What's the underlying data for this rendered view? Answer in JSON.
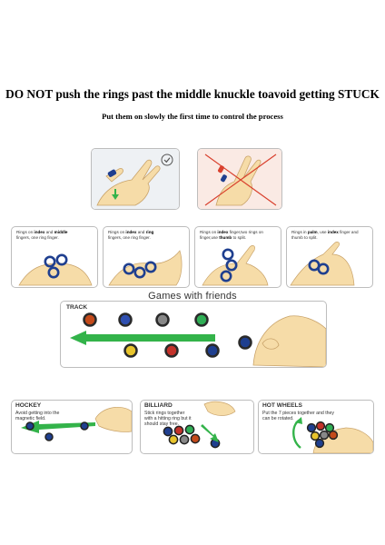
{
  "header": {
    "title": "DO NOT push the rings past the middle knuckle toavoid getting STUCK",
    "subtitle": "Put them on slowly the first time to control the process"
  },
  "guides": [
    {
      "pre": "Rings on ",
      "b1": "index",
      "mid": " and ",
      "b2": "middle",
      "post": " fingers, one ring finger."
    },
    {
      "pre": "Rings on ",
      "b1": "index",
      "mid": " and ",
      "b2": "ring",
      "post": " fingers, one ring finger."
    },
    {
      "pre": "Rings on ",
      "b1": "index",
      "mid": " finger,two rings on finger,use ",
      "b2": "thumb",
      "post": " to split."
    },
    {
      "pre": "Rings in ",
      "b1": "palm",
      "mid": ", use ",
      "b2": "index",
      "post": " finger and thumb to split."
    }
  ],
  "section_title": "Games with friends",
  "track": {
    "label": "TRACK"
  },
  "hockey": {
    "label": "HOCKEY",
    "text": "Avoid getting into the magnetic field."
  },
  "billiard": {
    "label": "BILLIARD",
    "text": "Stick rings together with a hitting ring but it should stay free."
  },
  "hotwheels": {
    "label": "HOT WHEELS",
    "text": "Put the 7 pieces together and they can be rotated."
  },
  "colors": {
    "skin": "#f6dca8",
    "ring_blue": "#1f3f8f",
    "arrow": "#33b34a",
    "wrong": "#d9412e",
    "right_bg": "#eef1f4",
    "wrong_bg": "#faeae4"
  },
  "icons": {
    "ok": "check-circle-icon",
    "bad": "cross-icon"
  }
}
